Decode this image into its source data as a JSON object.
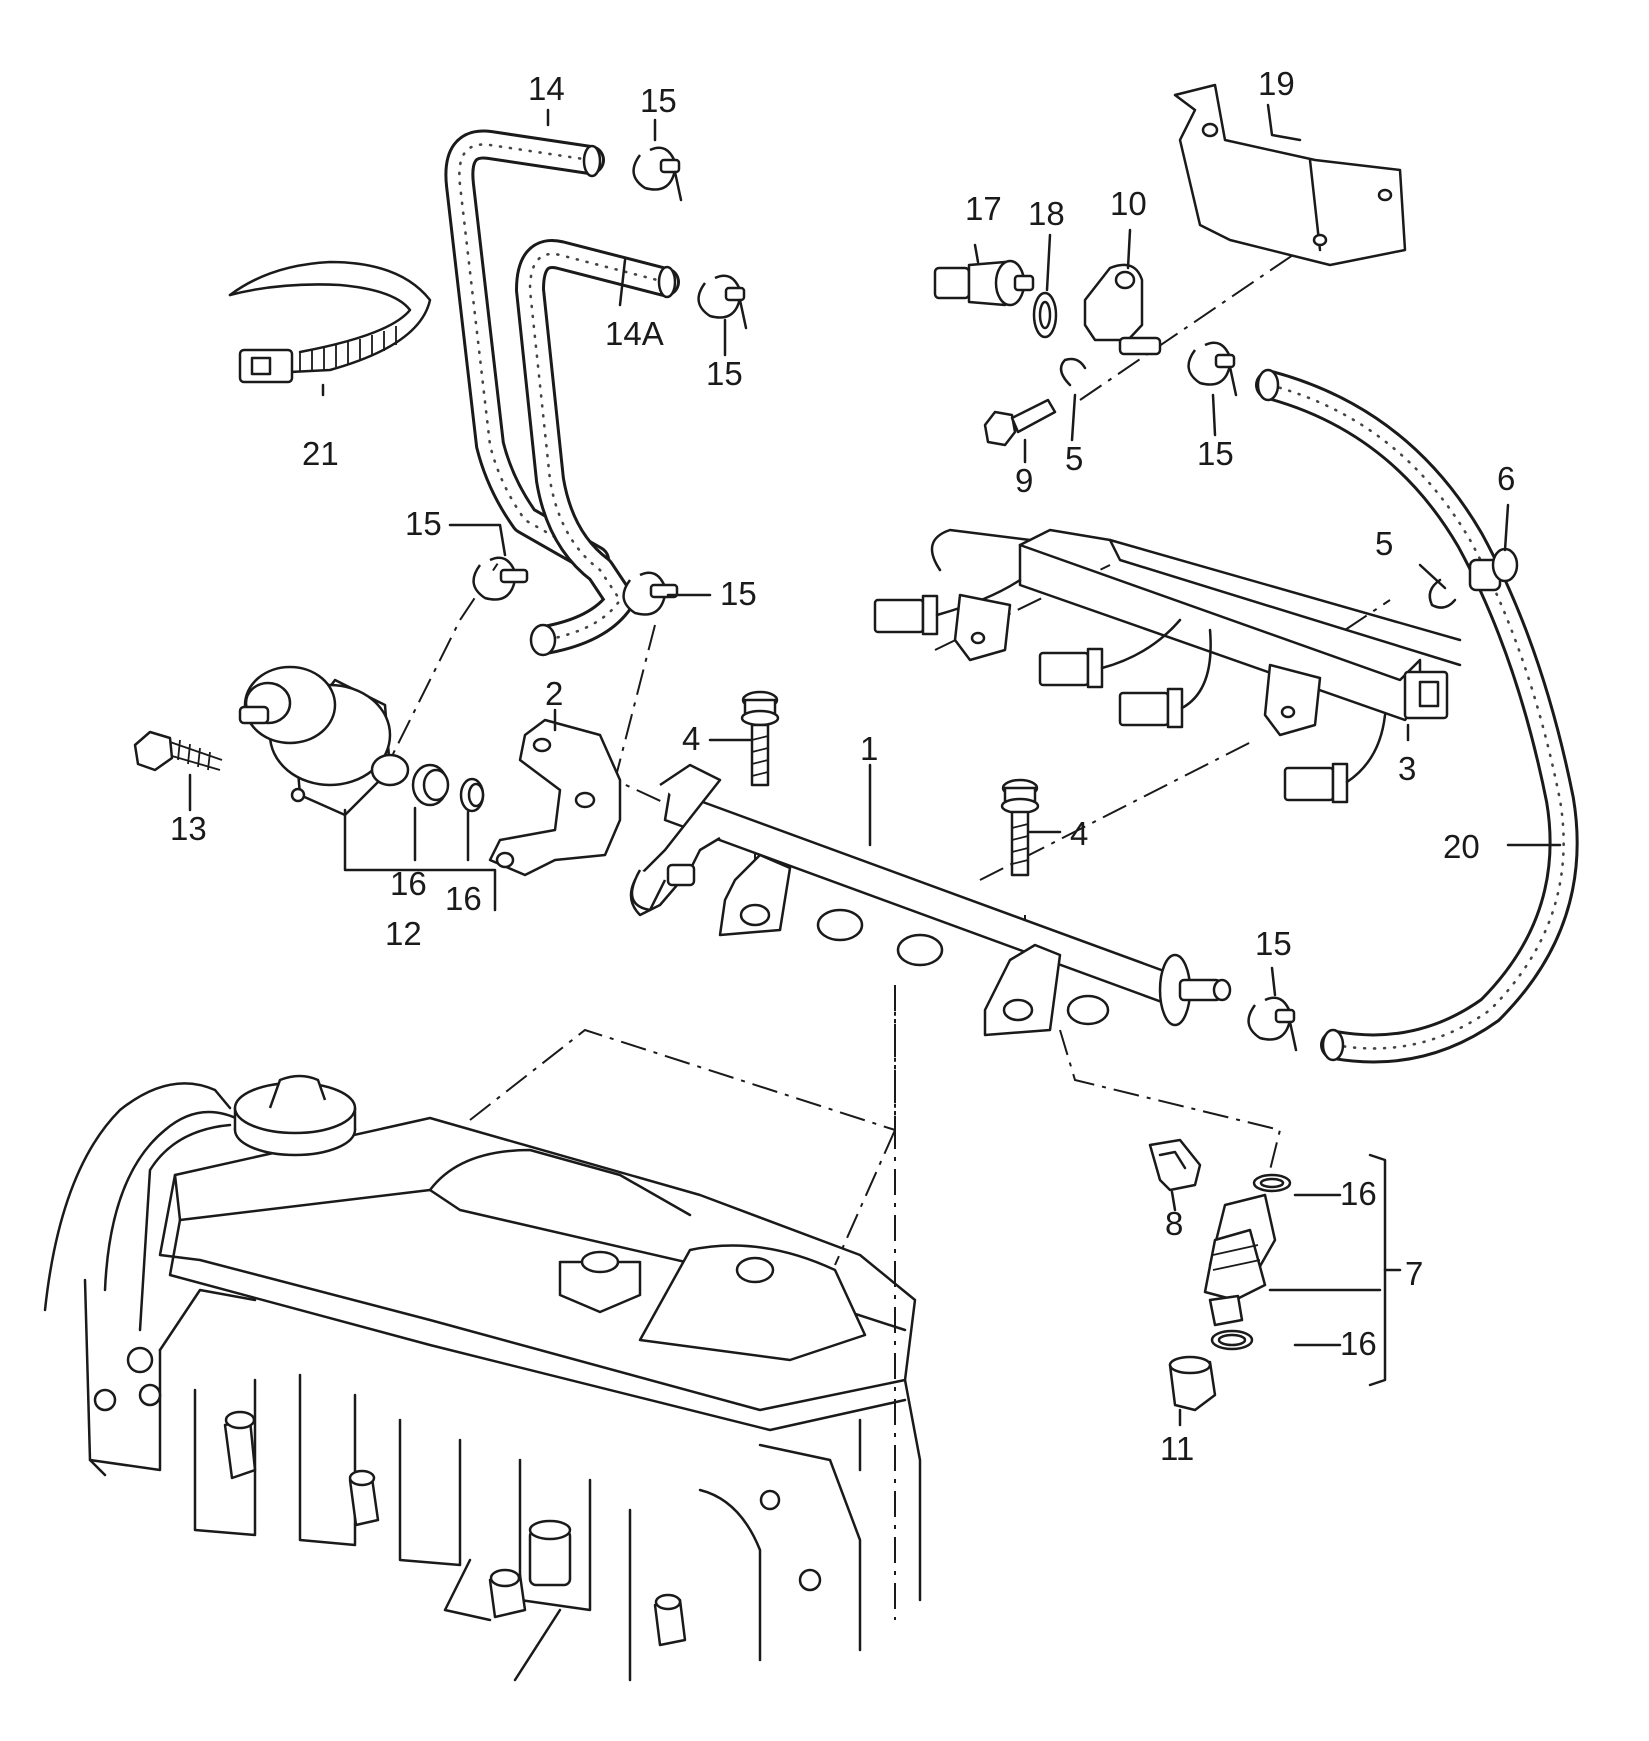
{
  "callouts": [
    {
      "id": "c1",
      "text": "1"
    },
    {
      "id": "c2",
      "text": "2"
    },
    {
      "id": "c3",
      "text": "3"
    },
    {
      "id": "c4a",
      "text": "4"
    },
    {
      "id": "c4b",
      "text": "4"
    },
    {
      "id": "c5a",
      "text": "5"
    },
    {
      "id": "c5b",
      "text": "5"
    },
    {
      "id": "c6",
      "text": "6"
    },
    {
      "id": "c7",
      "text": "7"
    },
    {
      "id": "c8",
      "text": "8"
    },
    {
      "id": "c9",
      "text": "9"
    },
    {
      "id": "c10",
      "text": "10"
    },
    {
      "id": "c11",
      "text": "11"
    },
    {
      "id": "c12",
      "text": "12"
    },
    {
      "id": "c13",
      "text": "13"
    },
    {
      "id": "c14",
      "text": "14"
    },
    {
      "id": "c14a",
      "text": "14A"
    },
    {
      "id": "c15a",
      "text": "15"
    },
    {
      "id": "c15b",
      "text": "15"
    },
    {
      "id": "c15c",
      "text": "15"
    },
    {
      "id": "c15d",
      "text": "15"
    },
    {
      "id": "c15e",
      "text": "15"
    },
    {
      "id": "c15f",
      "text": "15"
    },
    {
      "id": "c16a",
      "text": "16"
    },
    {
      "id": "c16b",
      "text": "16"
    },
    {
      "id": "c16c",
      "text": "16"
    },
    {
      "id": "c16d",
      "text": "16"
    },
    {
      "id": "c17",
      "text": "17"
    },
    {
      "id": "c18",
      "text": "18"
    },
    {
      "id": "c19",
      "text": "19"
    },
    {
      "id": "c20",
      "text": "20"
    },
    {
      "id": "c21",
      "text": "21"
    }
  ]
}
